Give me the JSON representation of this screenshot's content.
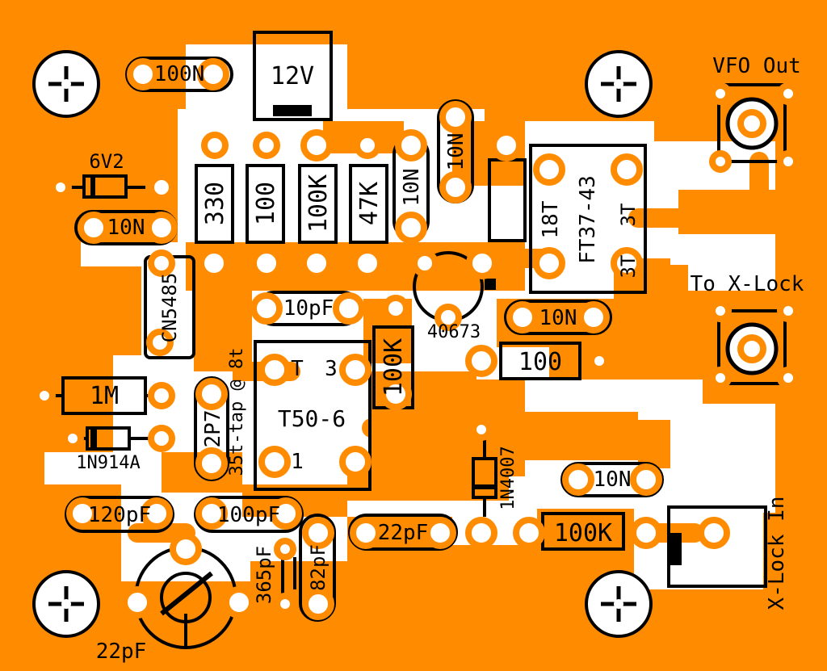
{
  "colors": {
    "copper": "#ff8c00",
    "board": "#ffffff",
    "silkscreen": "#000000",
    "pad": "#ffffff"
  },
  "labels": {
    "cap_100n_top": "100N",
    "dc_jack": "12V",
    "zener_value": "6V2",
    "cap_10n_left": "10N",
    "r330": "330",
    "r100_top": "100",
    "r100k_top": "100K",
    "r47k": "47K",
    "cap_10n_mid_a": "10N",
    "cap_10n_mid_b": "10N",
    "toroid_t_turns": "18T",
    "toroid_t_core": "FT37-43",
    "toroid_t_3t": "3T",
    "toroid_t_3t_b": "3T",
    "vfo_out": "VFO Out",
    "to_xlock": "To X-Lock",
    "diode_cn": "CN5485",
    "cap_10pf": "10pF",
    "fet": "40673",
    "cap_10n_right": "10N",
    "r100_right": "100",
    "tap_note": "35t-tap @ 8t",
    "t50_t": "T",
    "t50_3": "3",
    "t50_core": "T50-6",
    "t50_1": "1",
    "r1m": "1M",
    "diode_1n914": "1N914A",
    "cap_2p7": "2P7",
    "r100k_mid": "100K",
    "diode_1n4007": "1N4007",
    "cap_10n_lower": "10N",
    "cap_120pf": "120pF",
    "cap_100pf": "100pF",
    "cap_22pf_mid": "22pF",
    "r100k_lower": "100K",
    "cap_365pf": "365pF",
    "cap_82pf": "82pF",
    "trimmer_22pf": "22pF",
    "xlock_in": "X-Lock In"
  }
}
